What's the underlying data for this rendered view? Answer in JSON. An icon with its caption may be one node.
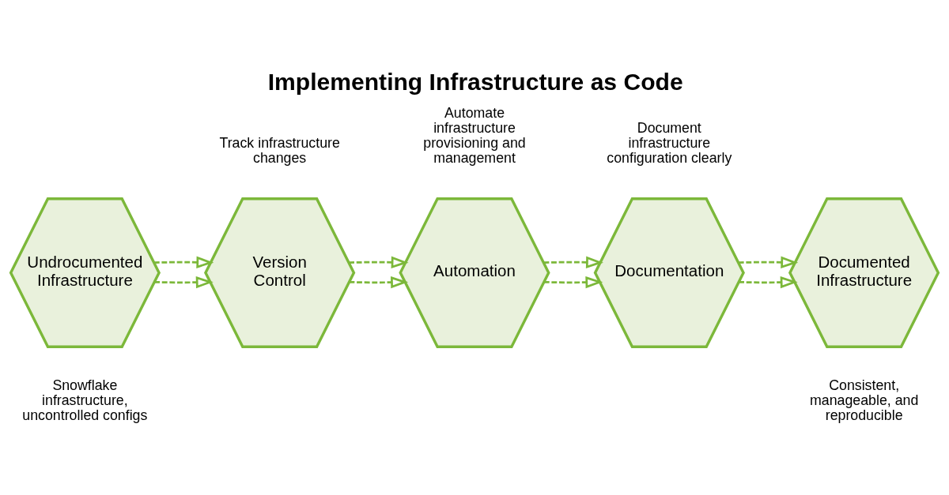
{
  "diagram": {
    "title": "Implementing Infrastructure as Code",
    "nodes": [
      {
        "text": [
          "Undrocumented Infrastructure"
        ],
        "beside": [
          "Snowflake infrastructure, uncontrolled configs"
        ]
      },
      {
        "text": [
          "Version Control"
        ],
        "beside": [
          "Track infrastructure changes"
        ]
      },
      {
        "text": [
          "Automation"
        ],
        "beside": [
          "Automate infrastructure provisioning and management"
        ]
      },
      {
        "text": [
          "Documentation"
        ],
        "beside": [
          "Document infrastructure configuration clearly"
        ]
      },
      {
        "text": [
          "Documented Infrastructure"
        ],
        "beside": [
          "Consistent, manageable, and reproducible"
        ]
      }
    ],
    "edges": [
      {
        "from": 0,
        "to": 1,
        "arrow": "to",
        "style": "dashed"
      },
      {
        "from": 1,
        "to": 2,
        "arrow": "to",
        "style": "dashed"
      },
      {
        "from": 2,
        "to": 3,
        "arrow": "to",
        "style": "dashed"
      },
      {
        "from": 3,
        "to": 4,
        "arrow": "to",
        "style": "dashed"
      },
      {
        "from": 0,
        "to": 1,
        "arrow": "to",
        "style": "dashed"
      },
      {
        "from": 1,
        "to": 2,
        "arrow": "to",
        "style": "dashed"
      },
      {
        "from": 2,
        "to": 3,
        "arrow": "to",
        "style": "dashed"
      },
      {
        "from": 3,
        "to": 4,
        "arrow": "to",
        "style": "dashed"
      }
    ]
  }
}
